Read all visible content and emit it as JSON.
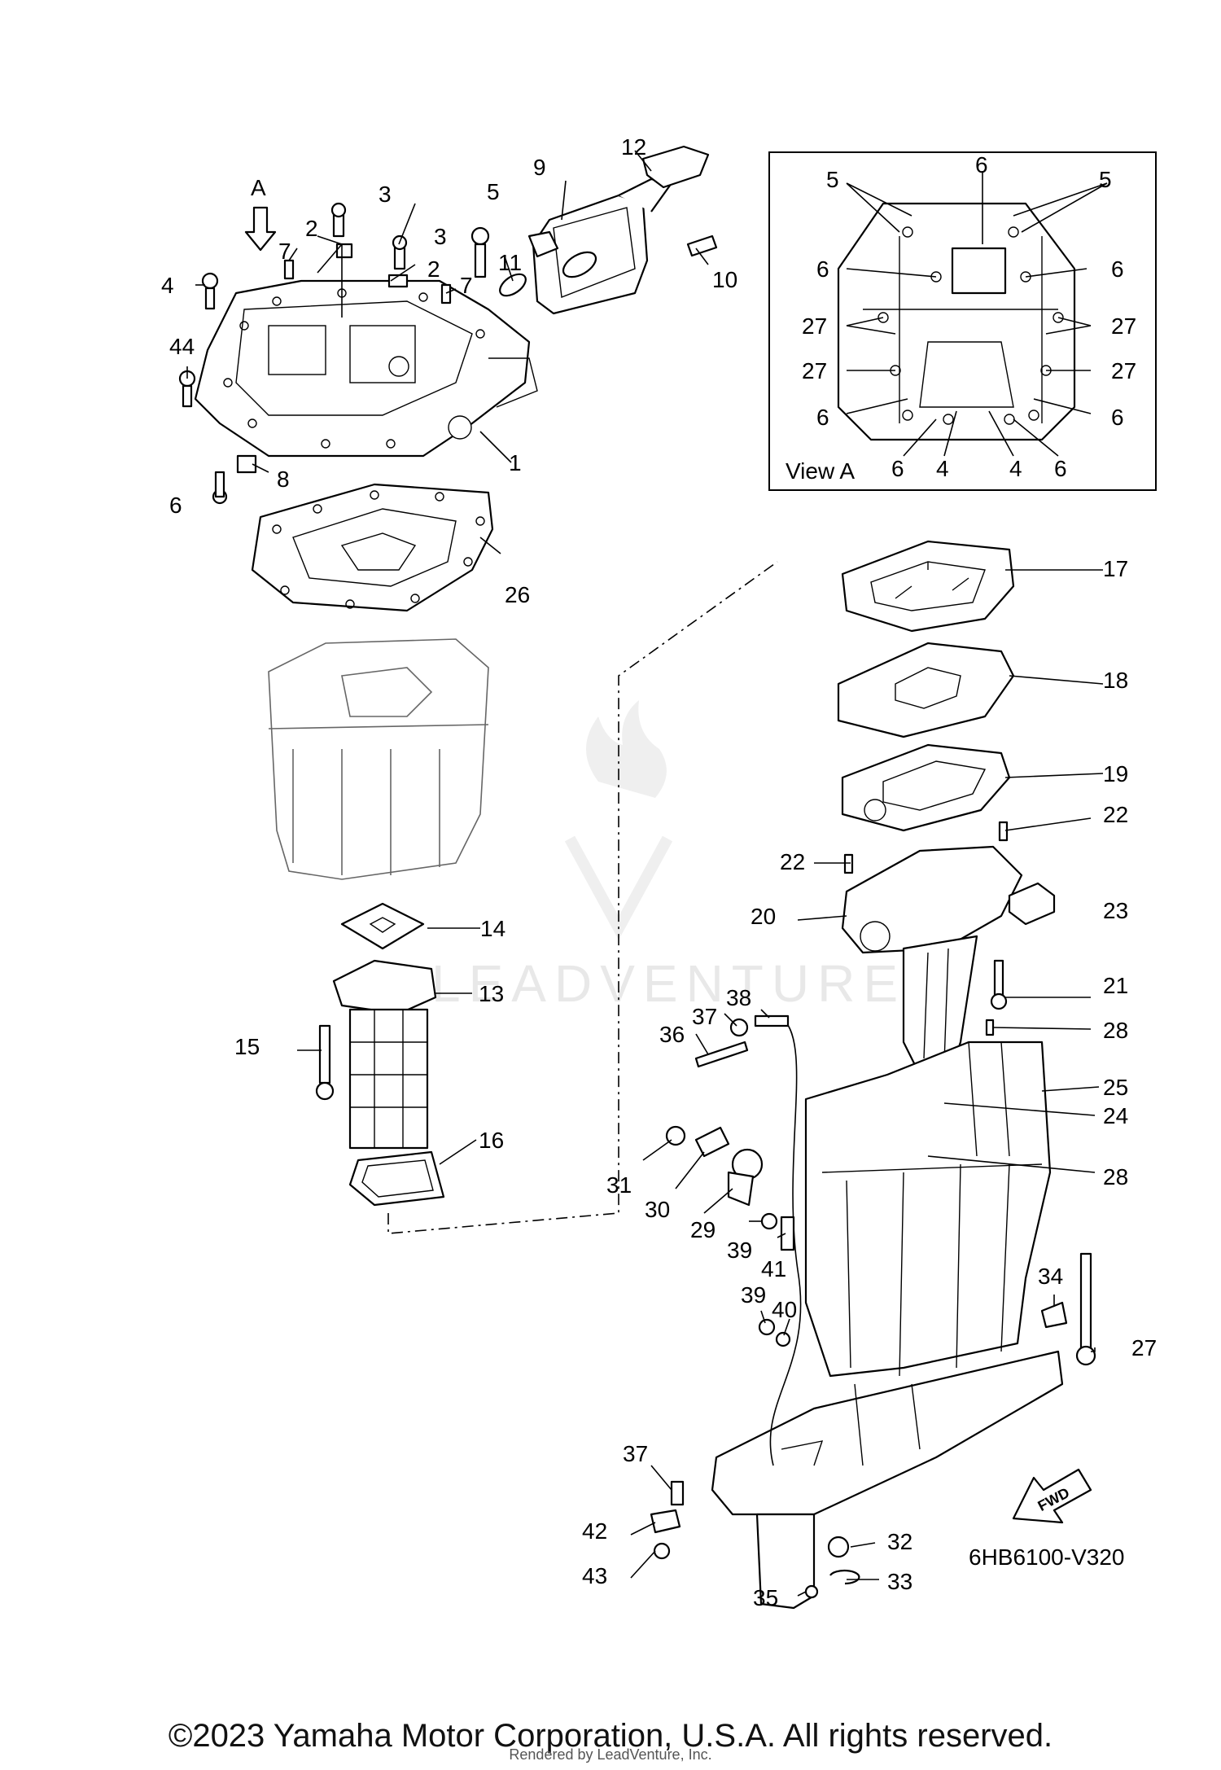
{
  "diagram": {
    "code": "6HB6100-V320",
    "view_arrow_label": "A",
    "view_label": "View A",
    "fwd_label": "FWD",
    "watermark": "LEADVENTURE"
  },
  "copyright": "©2023 Yamaha Motor Corporation, U.S.A. All rights reserved.",
  "rendered_by": "Rendered by LeadVenture, Inc.",
  "callouts": {
    "c1": "1",
    "c2a": "2",
    "c2b": "2",
    "c3a": "3",
    "c3b": "3",
    "c4": "4",
    "c5": "5",
    "c6": "6",
    "c7a": "7",
    "c7b": "7",
    "c8": "8",
    "c9": "9",
    "c10": "10",
    "c11": "11",
    "c12": "12",
    "c13": "13",
    "c14": "14",
    "c15": "15",
    "c16": "16",
    "c17": "17",
    "c18": "18",
    "c19": "19",
    "c20": "20",
    "c21": "21",
    "c22a": "22",
    "c22b": "22",
    "c23": "23",
    "c24": "24",
    "c25": "25",
    "c26": "26",
    "c27": "27",
    "c28a": "28",
    "c28b": "28",
    "c29": "29",
    "c30": "30",
    "c31": "31",
    "c32": "32",
    "c33": "33",
    "c34": "34",
    "c35": "35",
    "c36": "36",
    "c37a": "37",
    "c37b": "37",
    "c38": "38",
    "c39a": "39",
    "c39b": "39",
    "c40": "40",
    "c41": "41",
    "c42": "42",
    "c43": "43",
    "c44": "44"
  },
  "view_a_callouts": {
    "v5a": "5",
    "v5b": "5",
    "v6top": "6",
    "v6l1": "6",
    "v6r1": "6",
    "v27l1": "27",
    "v27r1": "27",
    "v27l2": "27",
    "v27r2": "27",
    "v6l2": "6",
    "v6r2": "6",
    "v6b1": "6",
    "v4a": "4",
    "v4b": "4",
    "v6b2": "6"
  }
}
